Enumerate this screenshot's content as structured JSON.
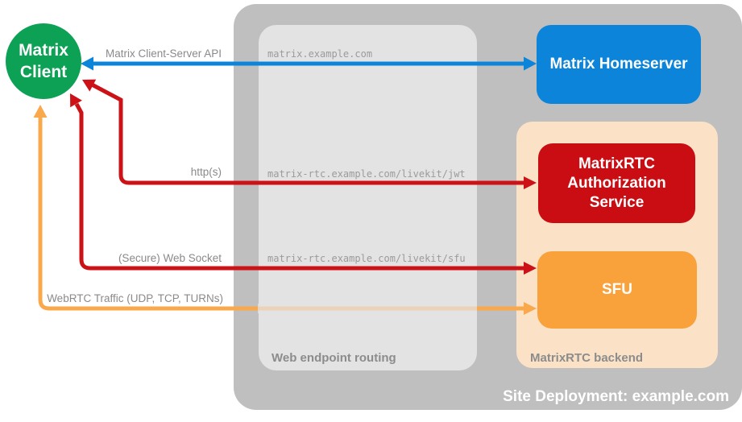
{
  "client": {
    "label": "Matrix Client"
  },
  "homeserver": {
    "label": "Matrix Homeserver"
  },
  "auth_service": {
    "label": "MatrixRTC Authorization Service"
  },
  "sfu": {
    "label": "SFU"
  },
  "containers": {
    "site_deployment": {
      "label": "Site Deployment: example.com"
    },
    "web_routing": {
      "label": "Web endpoint routing"
    },
    "rtc_backend": {
      "label": "MatrixRTC backend"
    }
  },
  "connections": [
    {
      "id": "client-server-api",
      "label": "Matrix Client-Server API",
      "endpoint": "matrix.example.com",
      "color": "#0b84d9"
    },
    {
      "id": "https",
      "label": "http(s)",
      "endpoint": "matrix-rtc.example.com/livekit/jwt",
      "color": "#cc1217"
    },
    {
      "id": "secure-websocket",
      "label": "(Secure) Web Socket",
      "endpoint": "matrix-rtc.example.com/livekit/sfu",
      "color": "#cc1217"
    },
    {
      "id": "webrtc-traffic",
      "label": "WebRTC Traffic (UDP, TCP, TURNs)",
      "color": "#f9a94c"
    }
  ],
  "colors": {
    "client_green": "#0da155",
    "homeserver_blue": "#0b84d9",
    "auth_red": "#c90d12",
    "sfu_orange": "#f9a23c",
    "backend_peach": "#fbe2c7",
    "site_container_gray": "#bfbfbf",
    "routing_panel_gray": "#e3e3e3",
    "label_gray": "#8a8a8a"
  }
}
